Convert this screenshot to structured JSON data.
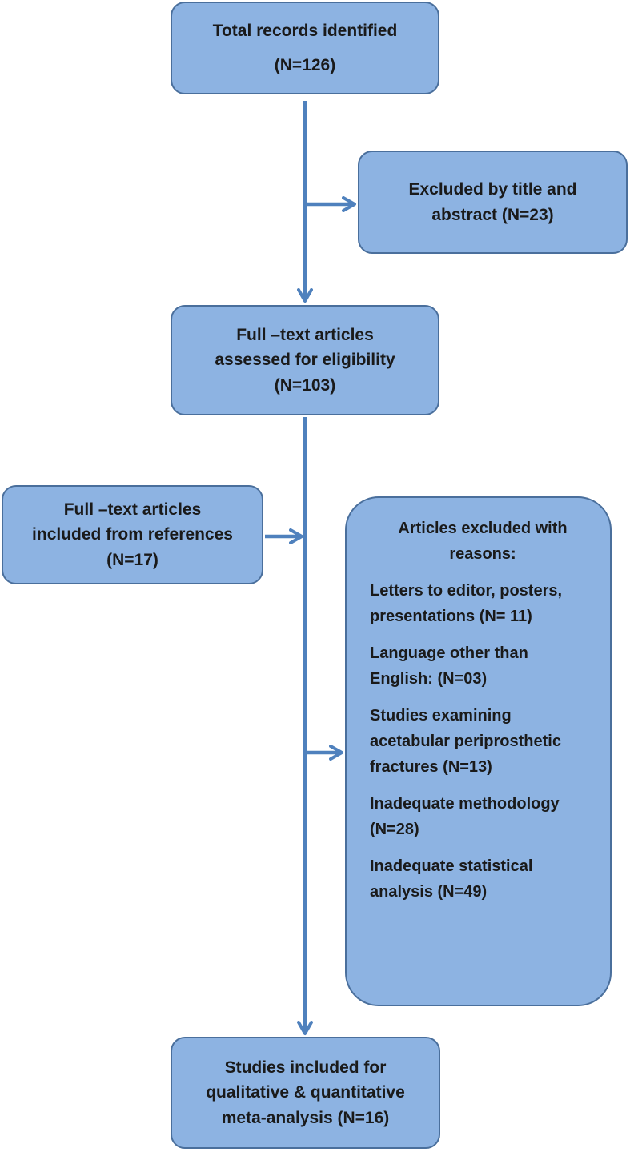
{
  "flow": {
    "total_records": {
      "lines": [
        "Total records identified",
        "(N=126)"
      ]
    },
    "excluded_title_abstract": {
      "lines": [
        "Excluded by title and",
        "abstract (N=23)"
      ]
    },
    "fulltext_assessed": {
      "lines": [
        "Full –text articles",
        "assessed for eligibility",
        "(N=103)"
      ]
    },
    "included_from_references": {
      "lines": [
        "Full –text articles",
        "included from references",
        "(N=17)"
      ]
    },
    "excluded_with_reasons": {
      "title_lines": [
        "Articles excluded with",
        "reasons:"
      ],
      "reasons": [
        {
          "lines": [
            "Letters to editor, posters,",
            "presentations (N= 11)"
          ]
        },
        {
          "lines": [
            "Language other than",
            "English: (N=03)"
          ]
        },
        {
          "lines": [
            "Studies examining",
            "acetabular periprosthetic",
            "fractures (N=13)"
          ]
        },
        {
          "lines": [
            "Inadequate methodology",
            "(N=28)"
          ]
        },
        {
          "lines": [
            "Inadequate statistical",
            "analysis (N=49)"
          ]
        }
      ]
    },
    "final_included": {
      "lines": [
        "Studies included for",
        "qualitative & quantitative",
        "meta-analysis (N=16)"
      ]
    }
  },
  "colors": {
    "box_fill": "#8db3e2",
    "box_border": "#4a6f9c",
    "arrow": "#4f81bd",
    "text": "#1a1a1a"
  }
}
